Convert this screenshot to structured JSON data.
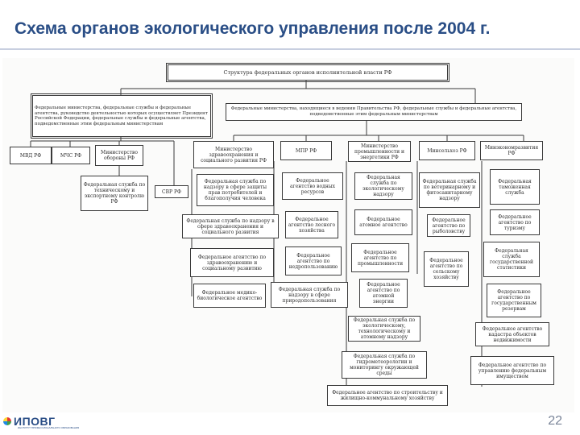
{
  "slide": {
    "title": "Схема органов экологического управления после 2004 г.",
    "page_number": "22",
    "logo_text": "ИПОВГ",
    "logo_subtitle": "ИНСТИТУТ ПРОФЕССИОНАЛЬНОГО ОБРАЗОВАНИЯ"
  },
  "diagram": {
    "root": "Структура федеральных органов исполнительной власти РФ",
    "left_group": "Федеральные министерства, федеральные службы и федеральные агентства, руководство деятельностью которых осуществляет Президент Российской Федерации, федеральные службы и федеральные агентства, подведомственные этим федеральным министерствам",
    "right_group": "Федеральные министерства, находящиеся в ведении Правительства РФ, федеральные службы и федеральные агентства, подведомственные этим федеральным министерствам",
    "left_ministries": [
      "МВД РФ",
      "МЧС РФ",
      "Министерство обороны РФ"
    ],
    "left_sub": [
      "Федеральная служба по техническому и экспортному контролю РФ",
      "СВР РФ"
    ],
    "right_ministries": [
      "Министерство здравоохранения и социального развития РФ",
      "МПР РФ",
      "Министерство промышленности и энергетики РФ",
      "Минсельхоз РФ",
      "Минэкономразвития РФ"
    ],
    "col_health": [
      "Федеральная служба по надзору в сфере защиты прав потребителей и благополучия человека",
      "Федеральная служба по надзору в сфере здравоохранения и социального развития",
      "Федеральное агентство по здравоохранению и социальному развитию",
      "Федеральное медико-биологическое агентство"
    ],
    "col_mpr": [
      "Федеральное агентство водных ресурсов",
      "Федеральное агентство лесного хозяйства",
      "Федеральное агентство по недропользованию",
      "Федеральная служба по надзору в сфере природопользования"
    ],
    "col_industry": [
      "Федеральная служба по экологическому надзору",
      "Федеральное атомное агентство",
      "Федеральное агентство по промышленности",
      "Федеральное агентство по атомной энергии",
      "Федеральная служба по экологическому, технологическому и атомному надзору",
      "Федеральная служба по гидрометеорологии и мониторингу окружающей среды",
      "Федеральное агентство по строительству и жилищно-коммунальному хозяйству"
    ],
    "col_agro": [
      "Федеральная служба по ветеринарному и фитосанитарному надзору",
      "Федеральное агентство по рыболовству",
      "Федеральное агентство по сельскому хозяйству"
    ],
    "col_economy": [
      "Федеральная таможенная служба",
      "Федеральное агентство по туризму",
      "Федеральная служба государственной статистики",
      "Федеральное агентство по государственным резервам",
      "Федеральное агентство кадастра объектов недвижимости",
      "Федеральное агентство по управлению федеральным имуществом"
    ]
  }
}
